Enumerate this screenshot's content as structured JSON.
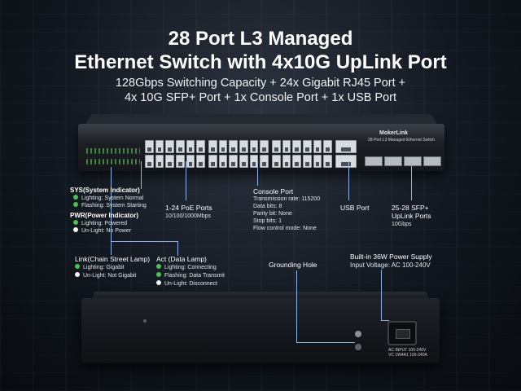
{
  "headline": {
    "line1": "28 Port L3 Managed",
    "line2": "Ethernet Switch with 4x10G UpLink Port"
  },
  "subheadline": {
    "line1": "128Gbps Switching Capacity + 24x Gigabit RJ45 Port +",
    "line2": "4x 10G SFP+ Port + 1x Console Port + 1x USB Port"
  },
  "device": {
    "brand": "MokerLink",
    "model": "28-Port L3 Managed Ethernet Switch"
  },
  "sys_indicator": {
    "title": "SYS(System Indicator)",
    "items": [
      {
        "dot": "green",
        "text": "Lighting: System Normal"
      },
      {
        "dot": "green",
        "text": "Flashing: System Starting"
      }
    ]
  },
  "pwr_indicator": {
    "title": "PWR(Power Indicator)",
    "items": [
      {
        "dot": "green",
        "text": "Lighting: Powered"
      },
      {
        "dot": "white",
        "text": "Un-Light: No Power"
      }
    ]
  },
  "poe_ports": {
    "title": "1-24 PoE Ports",
    "detail": "10/100/1000Mbps"
  },
  "console_port": {
    "title": "Console Port",
    "lines": [
      "Transmission rate: 115200",
      "Data bits: 8",
      "Parity bit: None",
      "Stop bits: 1",
      "Flow control mode: None"
    ]
  },
  "usb_port": {
    "title": "USB Port"
  },
  "sfp_ports": {
    "title_line1": "25-28 SFP+",
    "title_line2": "UpLink Ports",
    "detail": "10Gbps"
  },
  "link_lamp": {
    "title": "Link(Chain Street Lamp)",
    "items": [
      {
        "dot": "green",
        "text": "Lighting: Gigabit"
      },
      {
        "dot": "white",
        "text": "Un-Light: Not Gigabit"
      }
    ]
  },
  "act_lamp": {
    "title": "Act (Data Lamp)",
    "items": [
      {
        "dot": "green",
        "text": "Lighting: Connecting"
      },
      {
        "dot": "green",
        "text": "Flashing: Data Transmit"
      },
      {
        "dot": "white",
        "text": "Un-Light: Disconnect"
      }
    ]
  },
  "grounding": {
    "title": "Grounding Hole"
  },
  "power_supply": {
    "title": "Built-in 36W Power Supply",
    "detail": "Input Voltage: AC 100-240V",
    "socket_line1": "AC INPUT 100-240V",
    "socket_line2": "VC 1W4A1 100-240A"
  },
  "colors": {
    "callout_line": "#8ab3e6",
    "led_green": "#49c156",
    "led_off": "#f2f2f2"
  }
}
